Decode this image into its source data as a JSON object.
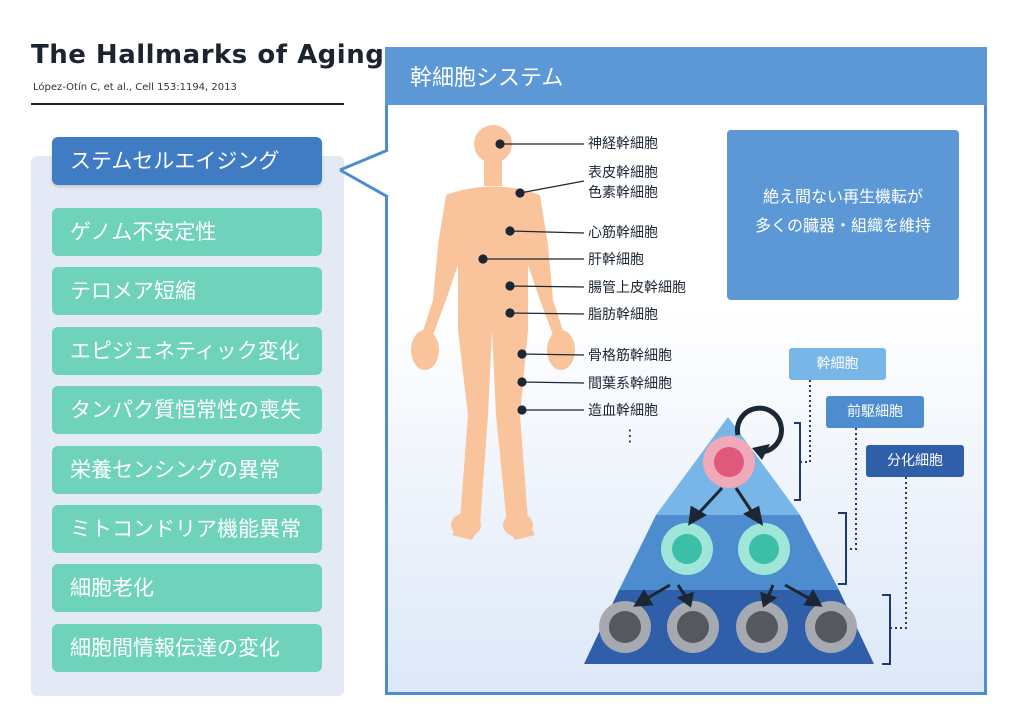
{
  "header": {
    "title": "The Hallmarks of Aging",
    "citation": "López-Otín C, et al., Cell 153:1194, 2013"
  },
  "hallmarks": {
    "active": "ステムセルエイジング",
    "items": [
      "ゲノム不安定性",
      "テロメア短縮",
      "エピジェネティック変化",
      "タンパク質恒常性の喪失",
      "栄養センシングの異常",
      "ミトコンドリア機能異常",
      "細胞老化",
      "細胞間情報伝達の変化"
    ]
  },
  "panel": {
    "title": "幹細胞システム",
    "stem_cells": [
      "神経幹細胞",
      "表皮幹細胞",
      "色素幹細胞",
      "心筋幹細胞",
      "肝幹細胞",
      "腸管上皮幹細胞",
      "脂肪幹細胞",
      "骨格筋幹細胞",
      "間葉系幹細胞",
      "造血幹細胞"
    ],
    "more": "⋮",
    "info_line1": "絶え間ない再生機転が",
    "info_line2": "多くの臓器・組織を維持",
    "tiers": [
      "幹細胞",
      "前駆細胞",
      "分化細胞"
    ]
  },
  "colors": {
    "hallmark_item": "#6ed3ba",
    "active_item": "#3f7cc4",
    "panel_border": "#4d8ccf",
    "panel_header": "#5b98d5",
    "body": "#f9c39b",
    "stem_cell": "#f0a9b8",
    "progenitor_cell": "#9fe6d9",
    "differentiated_cell": "#a6aab0",
    "tier1_label": "#79b6e8",
    "tier2_label": "#4d8ccf",
    "tier3_label": "#2e5fa8"
  }
}
